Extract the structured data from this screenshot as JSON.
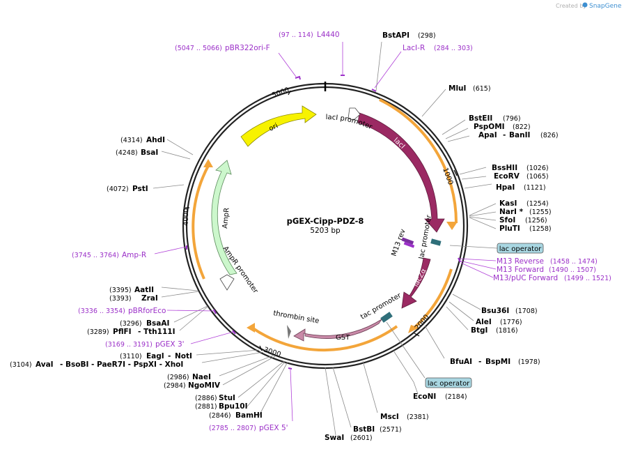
{
  "credit": {
    "prefix": "Created by",
    "brand": "SnapGene"
  },
  "plasmid": {
    "name": "pGEX-Cipp-PDZ-8",
    "size": "5203 bp"
  },
  "ticks": [
    "1000",
    "2000",
    "3000",
    "4000",
    "5000"
  ],
  "features": {
    "laci": "lacI",
    "laci_promoter": "lacI promoter",
    "lac_promoter": "lac promoter",
    "lacza": "lacZα",
    "m13rev": "M13 rev",
    "tac_promoter": "tac promoter",
    "gst": "GST",
    "thrombin": "thrombin site",
    "ampr": "AmpR",
    "ampr_promoter": "AmpR promoter",
    "ori": "ori"
  },
  "enzymes": {
    "bstapi": {
      "name": "BstAPI",
      "pos": "(298)"
    },
    "mlui": {
      "name": "MluI",
      "pos": "(615)"
    },
    "bsteii": {
      "name": "BstEII",
      "pos": "(796)"
    },
    "pspomi": {
      "name": "PspOMI",
      "pos": "(822)"
    },
    "apai": {
      "name": "ApaI",
      "sep": "-",
      "name2": "BanII",
      "pos": "(826)"
    },
    "bsshii": {
      "name": "BssHII",
      "pos": "(1026)"
    },
    "ecorv": {
      "name": "EcoRV",
      "pos": "(1065)"
    },
    "hpai": {
      "name": "HpaI",
      "pos": "(1121)"
    },
    "kasi": {
      "name": "KasI",
      "pos": "(1254)"
    },
    "nari": {
      "name": "NarI *",
      "pos": "(1255)"
    },
    "sfoi": {
      "name": "SfoI",
      "pos": "(1256)"
    },
    "pluti": {
      "name": "PluTI",
      "pos": "(1258)"
    },
    "bsu36i": {
      "name": "Bsu36I",
      "pos": "(1708)"
    },
    "alei": {
      "name": "AleI",
      "pos": "(1776)"
    },
    "btgi": {
      "name": "BtgI",
      "pos": "(1816)"
    },
    "bfuai": {
      "name": "BfuAI",
      "sep": "-",
      "name2": "BspMI",
      "pos": "(1978)"
    },
    "econi": {
      "name": "EcoNI",
      "pos": "(2184)"
    },
    "msci": {
      "name": "MscI",
      "pos": "(2381)"
    },
    "bstbi": {
      "name": "BstBI",
      "pos": "(2571)"
    },
    "swai": {
      "name": "SwaI",
      "pos": "(2601)"
    },
    "bamhi": {
      "name": "BamHI",
      "pos": "(2846)"
    },
    "bpu10i": {
      "name": "Bpu10I",
      "pos": "(2881)"
    },
    "stui": {
      "name": "StuI",
      "pos": "(2886)"
    },
    "ngomiv": {
      "name": "NgoMIV",
      "pos": "(2984)"
    },
    "naei": {
      "name": "NaeI",
      "pos": "(2986)"
    },
    "avai": {
      "name": "AvaI",
      "pos": "(3104)",
      "rest": "- BsoBI  - PaeR7I  - PspXI  - XhoI"
    },
    "eagi": {
      "name": "EagI",
      "sep": "-",
      "name2": "NotI",
      "pos": "(3110)"
    },
    "pflfi": {
      "name": "PflFI",
      "sep": "-",
      "name2": "Tth111I",
      "pos": "(3289)"
    },
    "bsaai": {
      "name": "BsaAI",
      "pos": "(3296)"
    },
    "zrai": {
      "name": "ZraI",
      "pos": "(3393)"
    },
    "aatii": {
      "name": "AatII",
      "pos": "(3395)"
    },
    "psti": {
      "name": "PstI",
      "pos": "(4072)"
    },
    "bsai": {
      "name": "BsaI",
      "pos": "(4248)"
    },
    "ahdi": {
      "name": "AhdI",
      "pos": "(4314)"
    }
  },
  "primers": {
    "pbr322ori": {
      "name": "pBR322ori-F",
      "pos": "(5047 .. 5066)"
    },
    "l4440": {
      "name": "L4440",
      "pos": "(97 .. 114)"
    },
    "lacir": {
      "name": "LacI-R",
      "pos": "(284 .. 303)"
    },
    "m13reverse": {
      "name": "M13 Reverse",
      "pos": "(1458 .. 1474)"
    },
    "m13forward": {
      "name": "M13 Forward",
      "pos": "(1490 .. 1507)"
    },
    "m13puc": {
      "name": "M13/pUC Forward",
      "pos": "(1499 .. 1521)"
    },
    "ampr": {
      "name": "Amp-R",
      "pos": "(3745 .. 3764)"
    },
    "pbrforeco": {
      "name": "pBRforEco",
      "pos": "(3336 .. 3354)"
    },
    "pgex3": {
      "name": "pGEX 3'",
      "pos": "(3169 .. 3191)"
    },
    "pgex5": {
      "name": "pGEX 5'",
      "pos": "(2785 .. 2807)"
    }
  },
  "boxes": {
    "lac_operator_1": "lac operator",
    "lac_operator_2": "lac operator"
  },
  "colors": {
    "laci": "#9b2a63",
    "lacza": "#9b2a63",
    "gst": "#c98aa8",
    "ampr": "#ccf7cc",
    "ori": "#f7f200",
    "primer": "#9b30c8",
    "orange": "#f3a53a",
    "operator_box": "#a9d7e2"
  }
}
